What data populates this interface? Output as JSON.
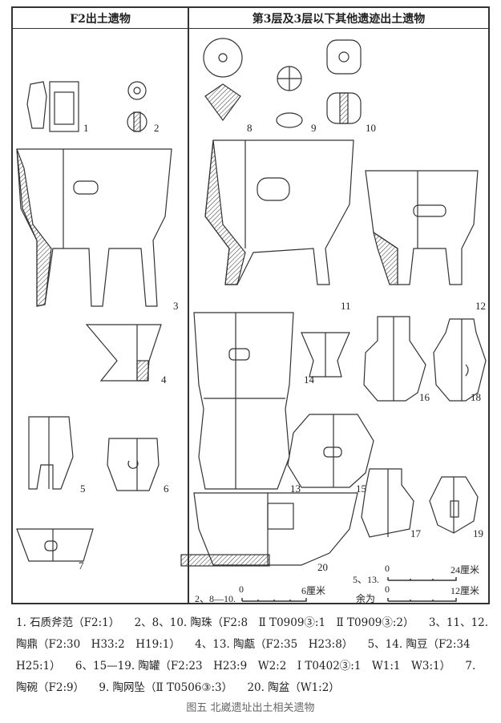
{
  "headers": {
    "left": "F2出土遗物",
    "right": "第3层及3层以下其他遗迹出土遗物"
  },
  "labels": [
    "1",
    "2",
    "3",
    "4",
    "5",
    "6",
    "7",
    "8",
    "9",
    "10",
    "11",
    "12",
    "13",
    "14",
    "15",
    "16",
    "17",
    "18",
    "19",
    "20"
  ],
  "scales": {
    "small": {
      "prefix": "2、8—10.",
      "zero": "0",
      "max": "6厘米"
    },
    "large": {
      "prefix": "5、13.",
      "zero": "0",
      "max": "24厘米"
    },
    "rest": {
      "prefix": "余为",
      "zero": "0",
      "max": "12厘米"
    }
  },
  "caption": [
    "1. 石质斧范（F2:1）",
    "2、8、10. 陶珠（F2:8　Ⅱ T0909③:1　Ⅱ T0909③:2）",
    "3、11、12. 陶鼎（F2:30　H33:2　H19:1）",
    "4、13. 陶甗（F2:35　H23:8）",
    "5、14. 陶豆（F2:34　H25:1）",
    "6、15—19. 陶罐（F2:23　H23:9　W2:2　Ⅰ T0402③:1　W1:1　W3:1）",
    "7. 陶碗（F2:9）",
    "9. 陶网坠（Ⅱ T0506③:3）",
    "20. 陶盆（W1:2）"
  ],
  "figure_title": "图五 北崴遗址出土相关遗物"
}
